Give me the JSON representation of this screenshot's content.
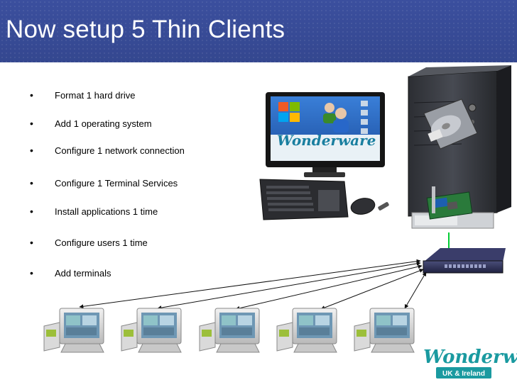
{
  "slide": {
    "title": "Now setup 5 Thin Clients"
  },
  "bullets": [
    "Format 1 hard drive",
    "Add 1 operating system",
    "Configure 1 network connection",
    "Configure 1 Terminal Services",
    "Install applications 1 time",
    "Configure users 1 time",
    "Add terminals"
  ],
  "bullet_glyph": "•",
  "logo": {
    "brand": "Wonderware",
    "region": "UK & Ireland",
    "monitor_brand": "Wonderware"
  },
  "colors": {
    "header": "#3b4f9e",
    "logo_teal": "#1a9aa0",
    "link_green": "#00cc33"
  },
  "thin_client_count": 5
}
